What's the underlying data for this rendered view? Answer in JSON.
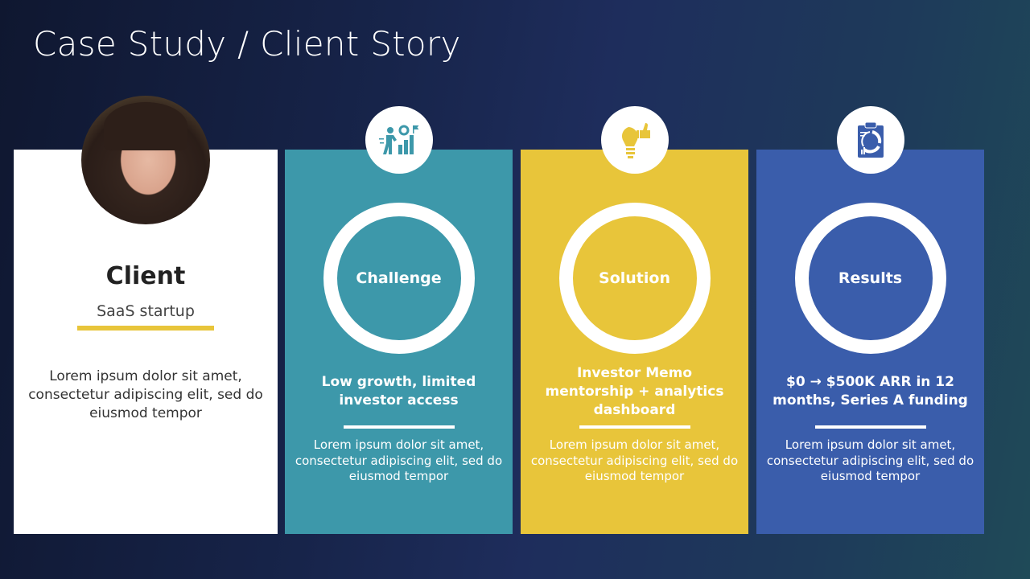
{
  "title": "Case Study / Client Story",
  "client": {
    "name": "Client",
    "subtitle": "SaaS startup",
    "body": "Lorem ipsum dolor sit amet, consectetur adipiscing elit, sed do eiusmod tempor"
  },
  "cards": [
    {
      "label": "Challenge",
      "icon": "growth-chart-icon",
      "headline": "Low growth, limited investor access",
      "body": "Lorem ipsum dolor sit amet, consectetur adipiscing elit, sed do eiusmod tempor",
      "color": "#3d98aa"
    },
    {
      "label": "Solution",
      "icon": "lightbulb-thumbs-up-icon",
      "headline": "Investor Memo mentorship + analytics dashboard",
      "body": "Lorem ipsum dolor sit amet, consectetur adipiscing elit, sed do eiusmod tempor",
      "color": "#e8c53a"
    },
    {
      "label": "Results",
      "icon": "clipboard-chart-icon",
      "headline": "$0 → $500K ARR in 12 months, Series A funding",
      "body": "Lorem ipsum dolor sit amet, consectetur adipiscing elit, sed do eiusmod tempor",
      "color": "#3a5dab"
    }
  ]
}
